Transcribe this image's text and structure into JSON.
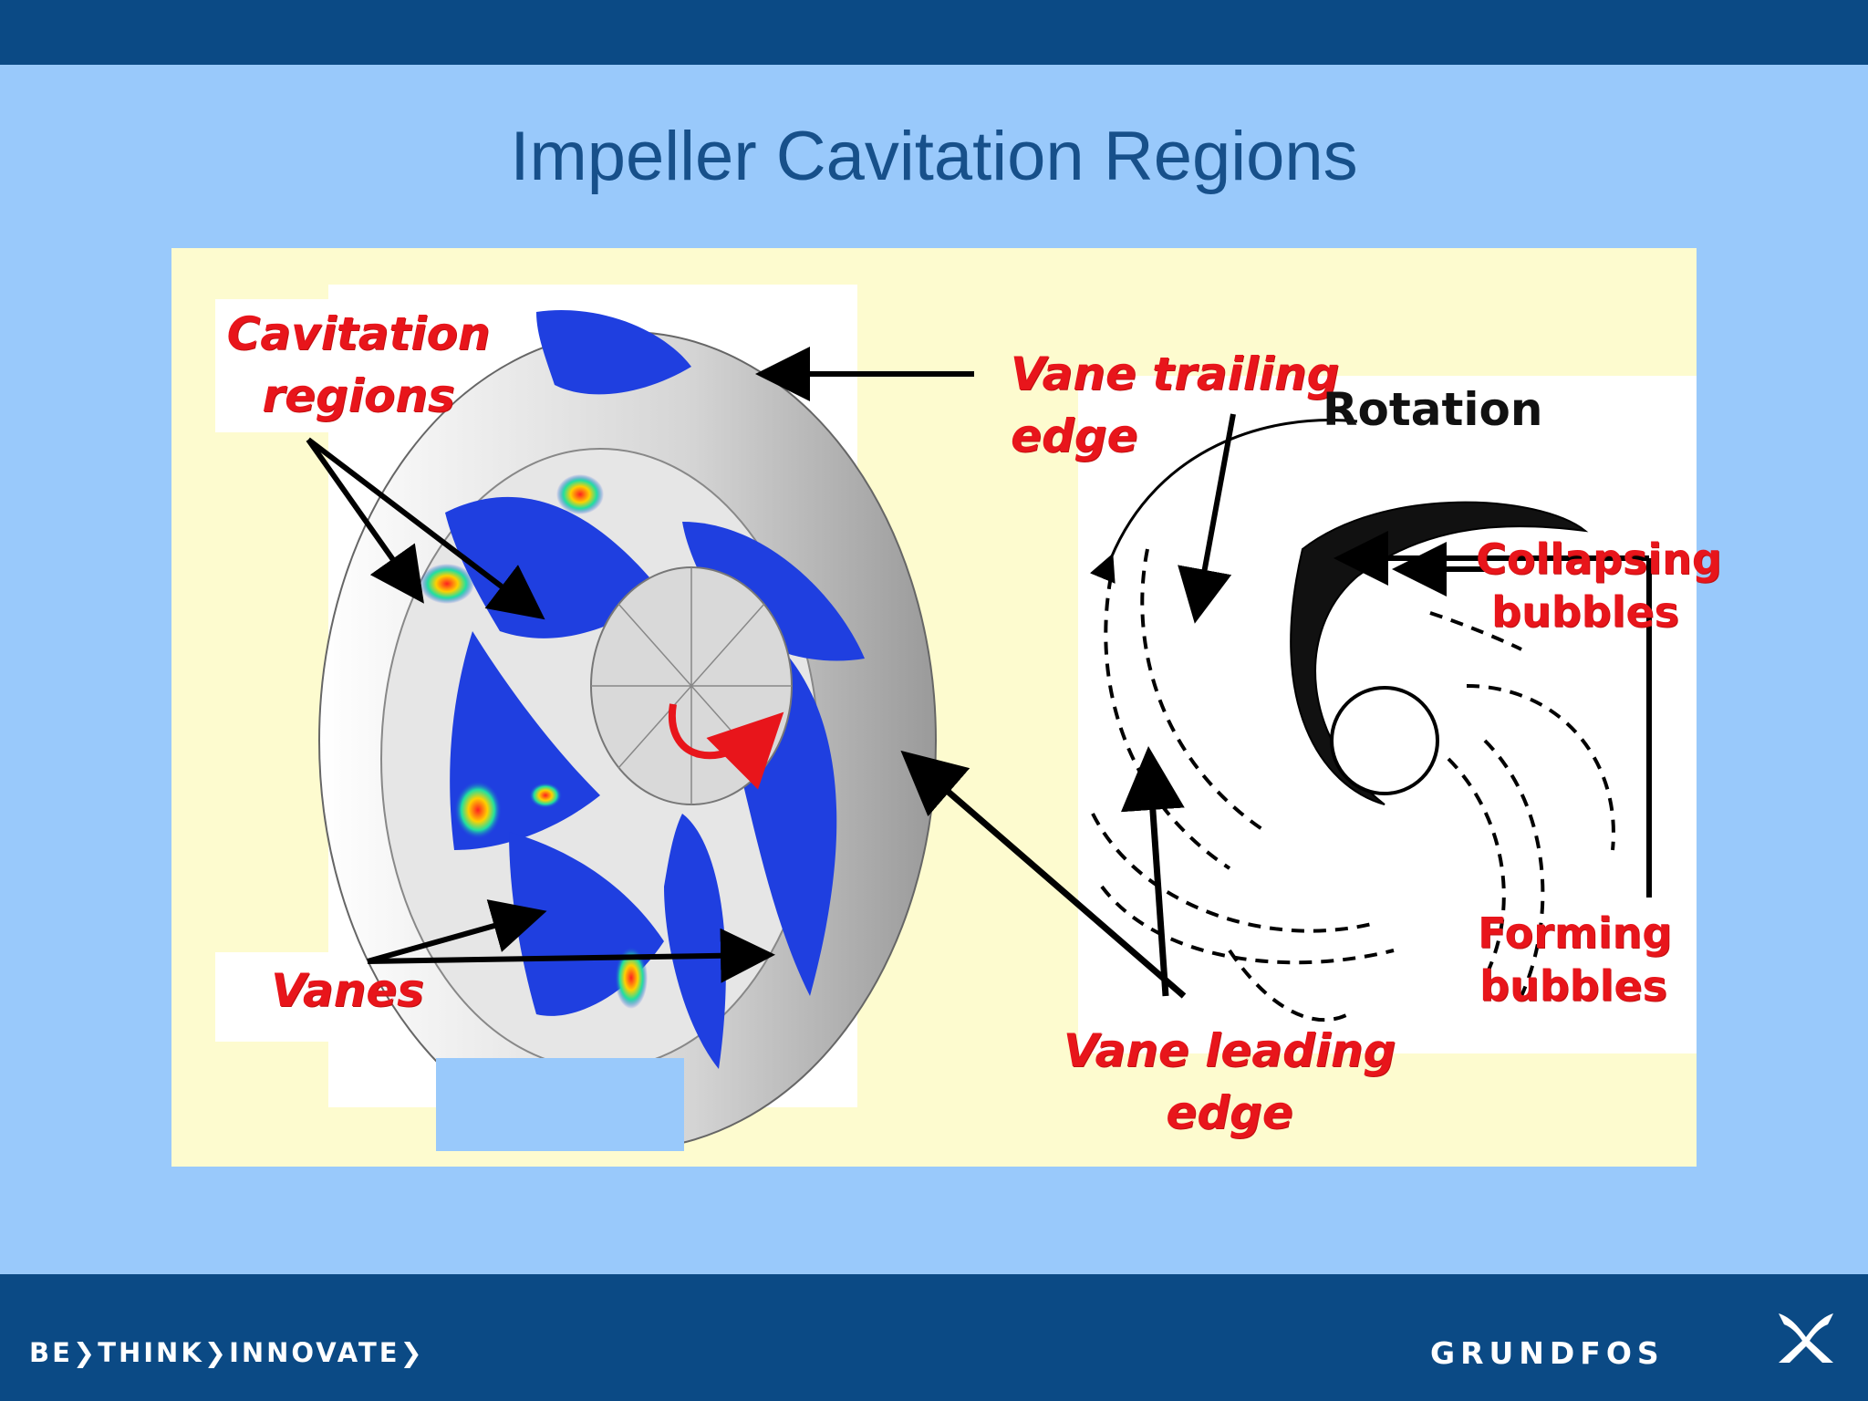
{
  "slide": {
    "title": "Impeller Cavitation Regions"
  },
  "labels": {
    "cavitation_regions": [
      "Cavitation",
      "regions"
    ],
    "vane_trailing_edge": [
      "Vane trailing",
      "edge"
    ],
    "rotation": "Rotation",
    "collapsing_bubbles": [
      "Collapsing",
      "bubbles"
    ],
    "vanes": "Vanes",
    "forming_bubbles": [
      "Forming",
      "bubbles"
    ],
    "vane_leading_edge": [
      "Vane leading",
      "edge"
    ]
  },
  "footer": {
    "slogan": "BE❯THINK❯INNOVATE❯",
    "logo": "GRUNDFOS",
    "logo_mark": "X-icon"
  },
  "colors": {
    "header_bar": "#0b4a85",
    "background": "#99c9fb",
    "panel": "#fdfbcf",
    "label_red": "#e8151b",
    "vane_blue": "#1f3fe0"
  }
}
